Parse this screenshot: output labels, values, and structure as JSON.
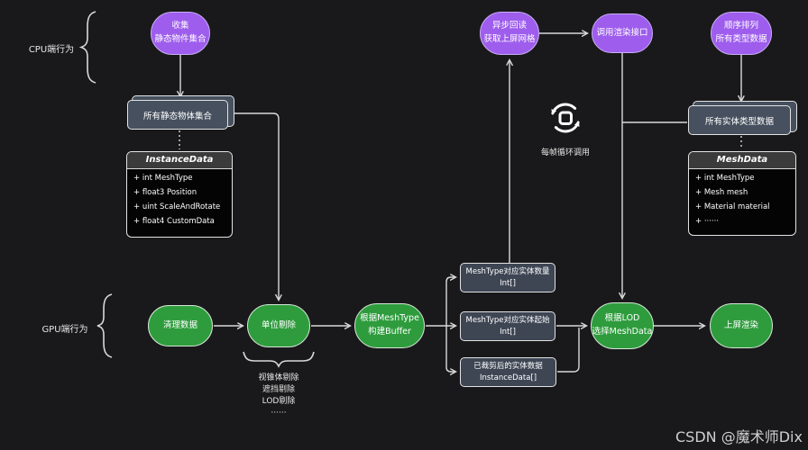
{
  "section_labels": {
    "cpu": "CPU端行为",
    "gpu": "GPU端行为"
  },
  "purple_nodes": {
    "collect": {
      "line1": "收集",
      "line2": "静态物件集合"
    },
    "async_readback": {
      "line1": "异步回读",
      "line2": "获取上屏网格"
    },
    "call_render": {
      "line1": "调用渲染接口"
    },
    "sort_all": {
      "line1": "顺序排列",
      "line2": "所有类型数据"
    }
  },
  "green_nodes": {
    "clean": {
      "line1": "清理数据"
    },
    "cull": {
      "line1": "单位剔除"
    },
    "build_buffer": {
      "line1": "根据MeshType",
      "line2": "构建Buffer"
    },
    "select_lod": {
      "line1": "根据LOD",
      "line2": "选择MeshData"
    },
    "screen_render": {
      "line1": "上屏渲染"
    }
  },
  "stacked_boxes": {
    "static_set": "所有静态物体集合",
    "entity_set": "所有实体类型数据"
  },
  "class_boxes": {
    "instance_data": {
      "title": "InstanceData",
      "fields": [
        "+ int MeshType",
        "+ float3 Position",
        "+ uint ScaleAndRotate",
        "+ float4 CustomData"
      ]
    },
    "mesh_data": {
      "title": "MeshData",
      "fields": [
        "+ int MeshType",
        "+ Mesh mesh",
        "+ Material material",
        "+ ······"
      ]
    }
  },
  "buffer_boxes": {
    "qty": {
      "line1": "MeshType对应实体数量",
      "line2": "Int[]"
    },
    "start": {
      "line1": "MeshType对应实体起始",
      "line2": "Int[]"
    },
    "culled": {
      "line1": "已裁剪后的实体数据",
      "line2": "InstanceData[]"
    }
  },
  "loop": {
    "label": "每帧循环调用",
    "icon": "loop-refresh-icon"
  },
  "cull_note": {
    "line1": "视锥体剔除",
    "line2": "遮挡剔除",
    "line3": "LOD剔除",
    "line4": "······"
  },
  "watermark": "CSDN @魔术师Dix",
  "colors": {
    "background": "#19191b",
    "purple": "#9e5ded",
    "purple_border": "#c9aef3",
    "green": "#2e9c3d",
    "green_border": "#d6e7d6",
    "slate_box": "#3e4654",
    "stack_box": "#46505e",
    "line": "#d9d9d9",
    "class_header": "#3b3b3b",
    "class_body": "#040404"
  }
}
